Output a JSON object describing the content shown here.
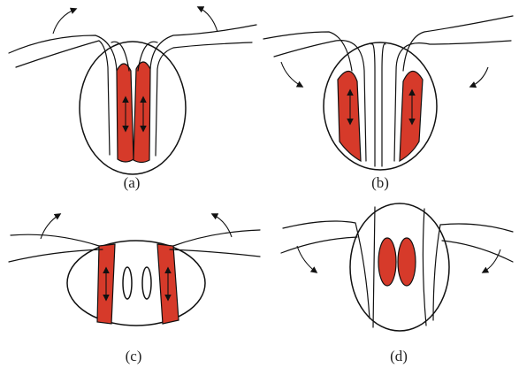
{
  "colors": {
    "muscle": "#d63a2a",
    "line": "#111111",
    "background": "#ffffff"
  },
  "panels": [
    {
      "id": "a",
      "label": "(a)"
    },
    {
      "id": "b",
      "label": "(b)"
    },
    {
      "id": "c",
      "label": "(c)"
    },
    {
      "id": "d",
      "label": "(d)"
    }
  ]
}
